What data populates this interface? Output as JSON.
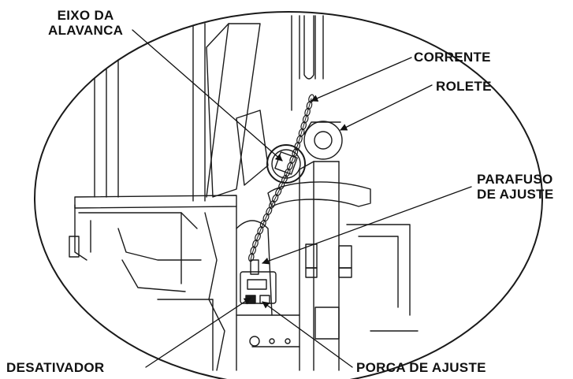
{
  "labels": {
    "lever_axis": [
      "EIXO DA",
      "ALAVANCA"
    ],
    "chain": "CORRENTE",
    "roller": "ROLETE",
    "adjust_screw": [
      "PARAFUSO",
      "DE AJUSTE"
    ],
    "deactivator": "DESATIVADOR",
    "adjust_nut": "PORCA DE AJUSTE"
  },
  "colors": {
    "line": "#1a1a1a",
    "background": "#ffffff"
  }
}
